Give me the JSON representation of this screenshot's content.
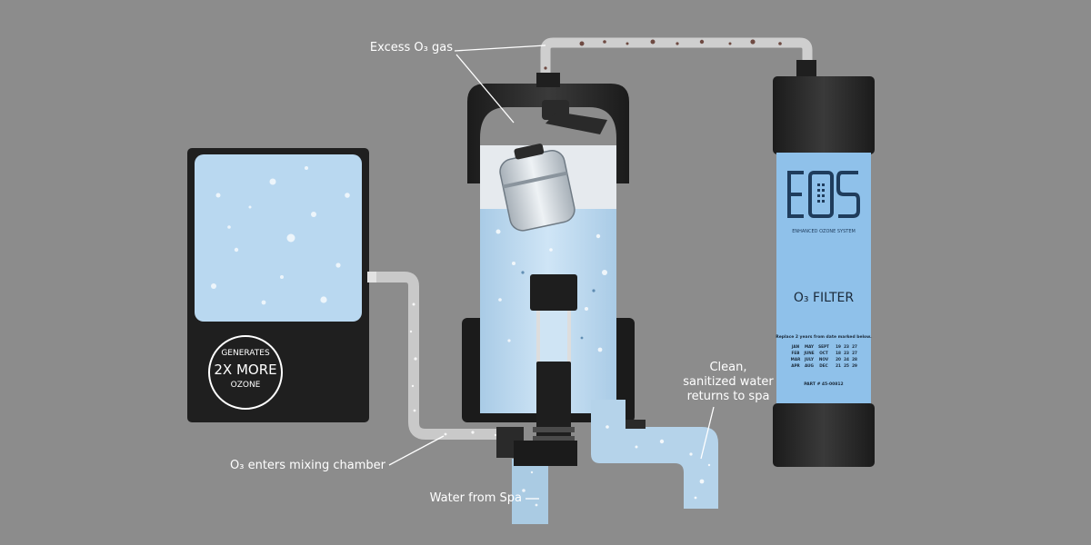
{
  "labels": {
    "excess_gas": "Excess O₃ gas",
    "enters_chamber": "O₃ enters mixing chamber",
    "water_from_spa": "Water from Spa",
    "returns_line1": "Clean,",
    "returns_line2": "sanitized water",
    "returns_line3": "returns to spa"
  },
  "generator": {
    "badge_line1": "GENERATES",
    "badge_line2": "2X MORE",
    "badge_line3": "OZONE"
  },
  "filter": {
    "logo": "EOS",
    "logo_sub": "ENHANCED OZONE SYSTEM",
    "title": "O₃ FILTER",
    "instructions": "Replace 2 years from date marked below.",
    "months": [
      [
        "JAN",
        "MAY",
        "SEPT",
        "19",
        "23",
        "27"
      ],
      [
        "FEB",
        "JUNE",
        "OCT",
        "18",
        "23",
        "27"
      ],
      [
        "MAR",
        "JULY",
        "NOV",
        "20",
        "24",
        "28"
      ],
      [
        "APR",
        "AUG",
        "DEC",
        "21",
        "25",
        "29"
      ]
    ],
    "part": "PART # 45-00812"
  },
  "colors": {
    "background": "#8c8c8c",
    "water": "#b9d8f0",
    "dark_body": "#232323",
    "tube": "#c9c9c9"
  }
}
